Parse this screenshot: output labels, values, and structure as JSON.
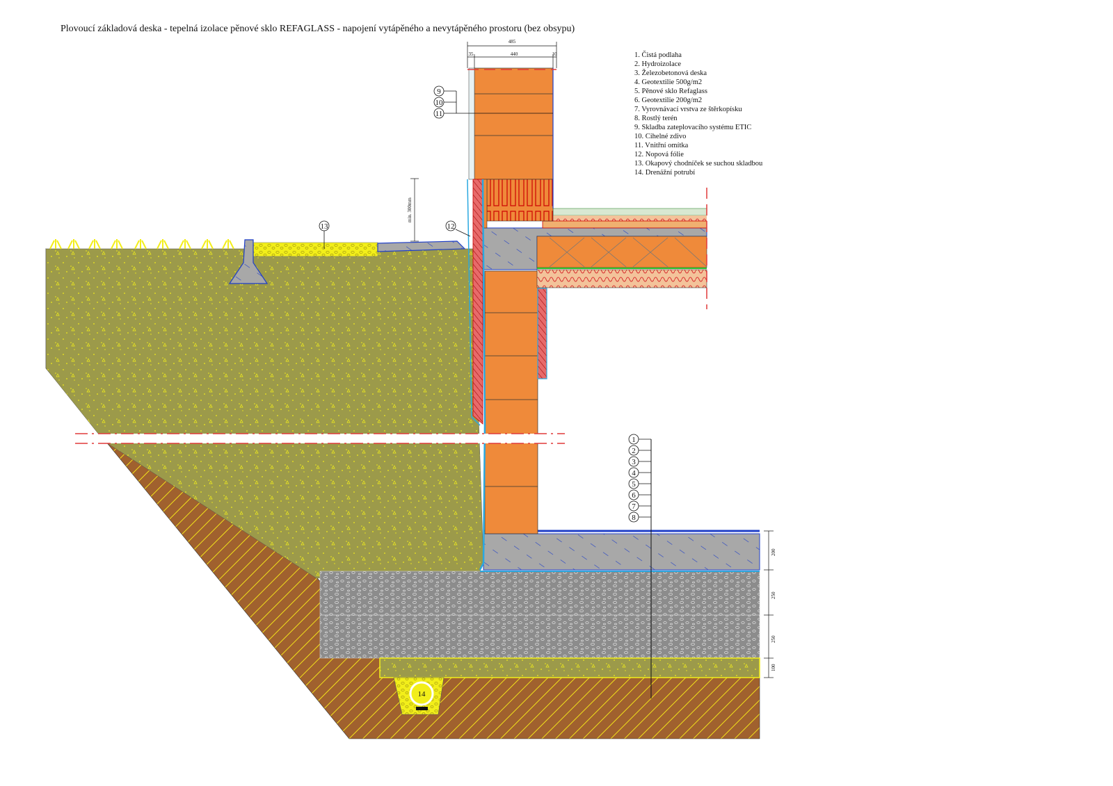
{
  "title": "Plovoucí základová deska - tepelná izolace pěnové sklo REFAGLASS - napojení vytápěného a nevytápěného prostoru (bez obsypu)",
  "legend": [
    "1. Čistá podlaha",
    "2. Hydroizolace",
    "3. Železobetonová deska",
    "4. Geotextilie 500g/m2",
    "5. Pěnové sklo Refaglass",
    "6. Geotextilie 200g/m2",
    "7. Vyrovnávací vrstva ze štěrkopísku",
    "8. Rostlý terén",
    "9. Skladba zateplovacího systému ETIC",
    "10. Cihelné zdivo",
    "11. Vnitřní omítka",
    "12. Nopová fólie",
    "13. Okapový chodníček se suchou skladbou",
    "14. Drenážní potrubí"
  ],
  "dimensions": {
    "top_total": "485",
    "top_left": "35",
    "top_mid": "440",
    "top_right": "10",
    "min_height": "min. 300mm",
    "slab": "200",
    "glass1": "250",
    "glass2": "250",
    "gravel": "100"
  },
  "markers": {
    "m1": "1",
    "m2": "2",
    "m3": "3",
    "m4": "4",
    "m5": "5",
    "m6": "6",
    "m7": "7",
    "m8": "8",
    "m9": "9",
    "m10": "10",
    "m11": "11",
    "m12": "12",
    "m13": "13",
    "m14": "14"
  },
  "colors": {
    "soil": "#9c9a4a",
    "brown_ground": "#a0612e",
    "brick": "#ef8a3a",
    "concrete": "#a8a8a8",
    "foam_glass": "#8c8c8c",
    "hydro": "#2aa8e0",
    "insulation": "#e03a3a",
    "yellow": "#f2ee1a"
  }
}
